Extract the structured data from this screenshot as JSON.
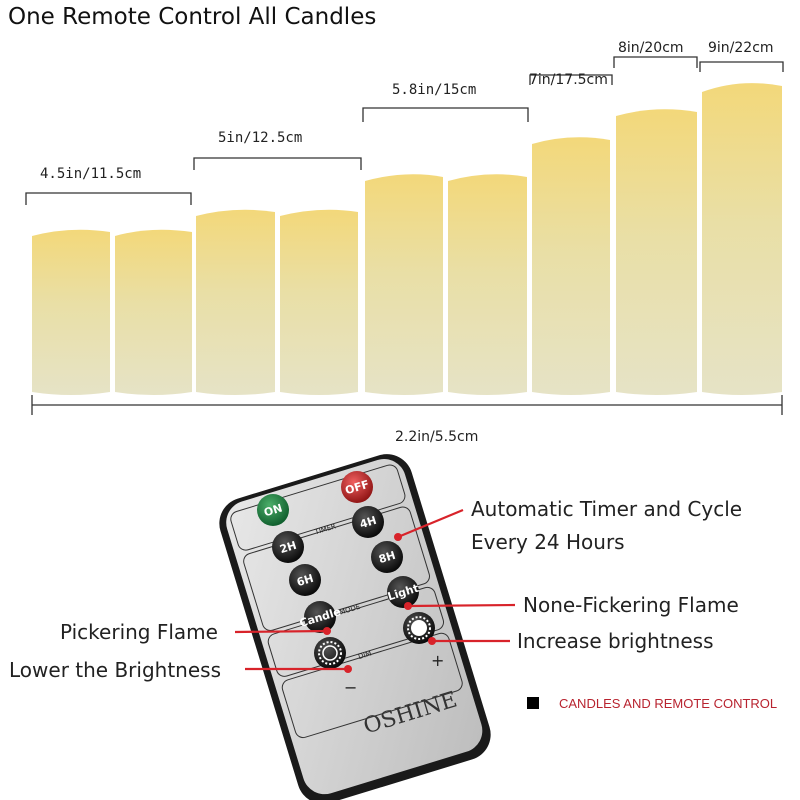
{
  "title": "One Remote Control All Candles",
  "candle_sizes": [
    "4.5in/11.5cm",
    "5in/12.5cm",
    "5.8in/15cm",
    "7in/17.5cm",
    "8in/20cm",
    "9in/22cm"
  ],
  "diameter": "2.2in/5.5cm",
  "remote": {
    "brand": "OSHINE",
    "buttons": {
      "on": "ON",
      "off": "OFF",
      "h2": "2H",
      "h4": "4H",
      "h6": "6H",
      "h8": "8H",
      "light": "Light",
      "candle": "Candle",
      "plus": "+",
      "minus": "−"
    },
    "sections": {
      "timer": "TIMER",
      "mode": "MODE",
      "dim": "DIM"
    }
  },
  "callouts": {
    "timer_line1": "Automatic Timer and Cycle",
    "timer_line2": "Every 24 Hours",
    "none_flicker": "None-Fickering Flame",
    "increase": "Increase brightness",
    "flicker": "Pickering Flame",
    "lower": "Lower the Brightness"
  },
  "caption": "CANDLES AND REMOTE CONTROL",
  "colors": {
    "accent_red": "#d8232a",
    "candle": "#e8dfa8",
    "caption": "#b8232f"
  }
}
